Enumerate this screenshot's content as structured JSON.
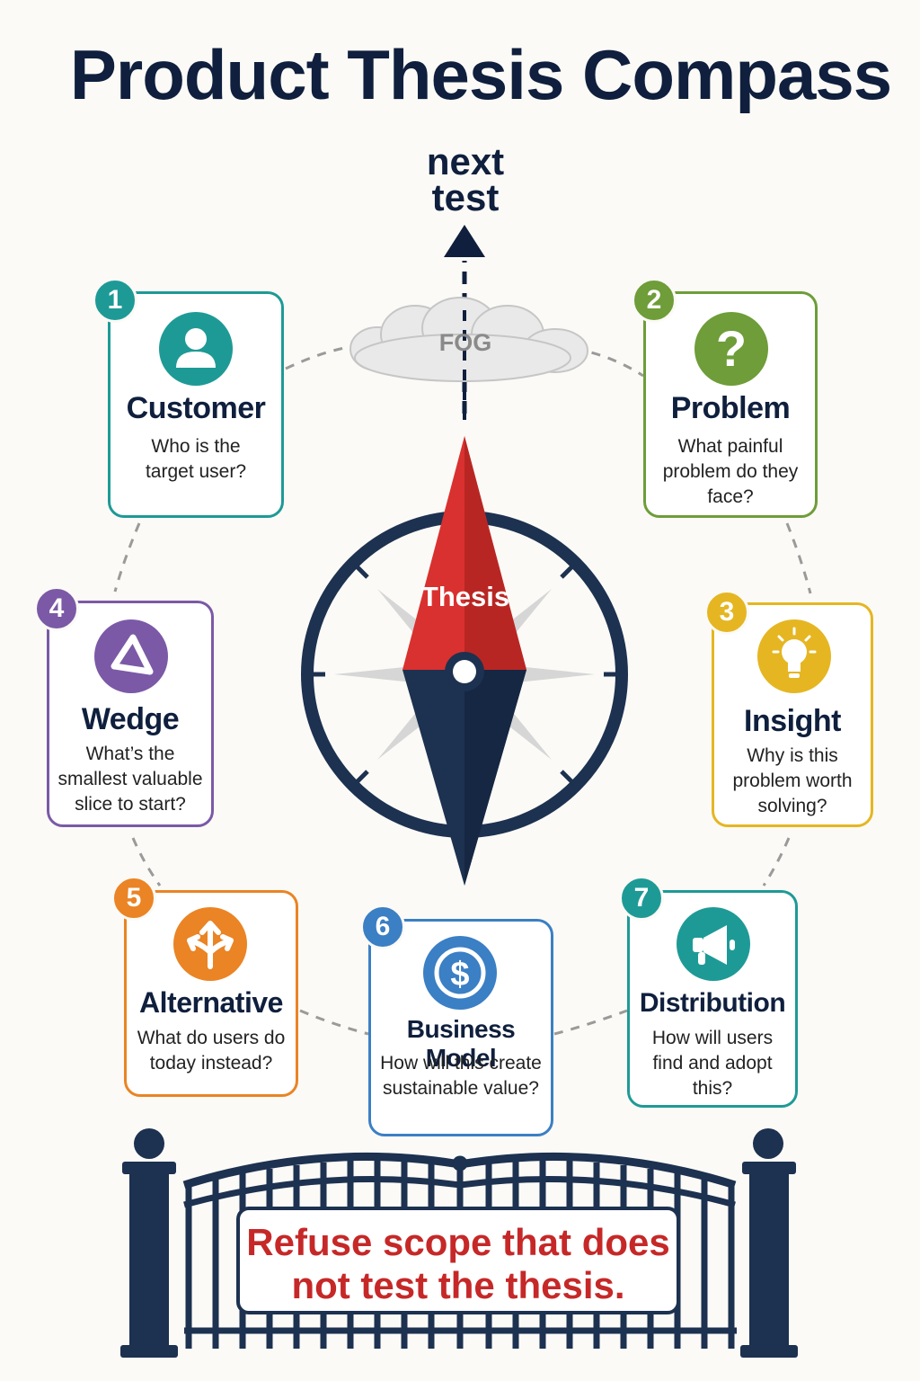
{
  "title": "Product Thesis Compass",
  "next_test": "next\ntest",
  "fog_label": "FOG",
  "thesis_label": "Thesis",
  "cards": [
    {
      "number": "1",
      "title": "Customer",
      "question": "Who is the target user?",
      "color": "#1e9a96",
      "icon": "user-icon"
    },
    {
      "number": "2",
      "title": "Problem",
      "question": "What painful problem do they face?",
      "color": "#6e9d39",
      "icon": "question-mark-icon"
    },
    {
      "number": "3",
      "title": "Insight",
      "question": "Why is this problem worth solving?",
      "color": "#e5b622",
      "icon": "lightbulb-icon"
    },
    {
      "number": "4",
      "title": "Wedge",
      "question": "What’s the smallest valuable slice to start?",
      "color": "#7b59a6",
      "icon": "triangle-icon"
    },
    {
      "number": "5",
      "title": "Alternative",
      "question": "What do users do today instead?",
      "color": "#ea8424",
      "icon": "split-arrows-icon"
    },
    {
      "number": "6",
      "title": "Business Model",
      "question": "How will this create sustainable value?",
      "color": "#3b7fc4",
      "icon": "dollar-icon"
    },
    {
      "number": "7",
      "title": "Distribution",
      "question": "How will users find and adopt this?",
      "color": "#1e9a96",
      "icon": "megaphone-icon"
    }
  ],
  "banner_text": "Refuse scope that does not test the thesis.",
  "colors": {
    "navy": "#1d3150",
    "needle_red": "#d9312f",
    "background": "#fbfaf6"
  }
}
